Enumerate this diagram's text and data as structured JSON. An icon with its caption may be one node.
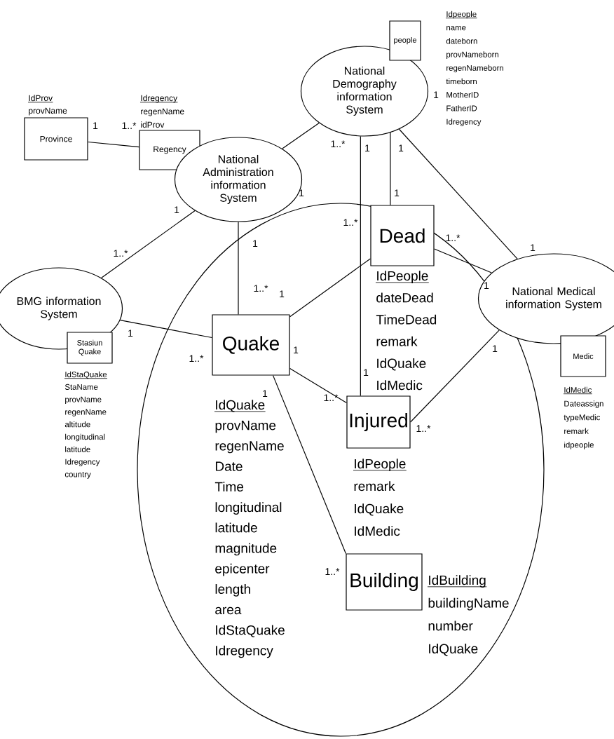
{
  "diagram": {
    "nodes": [
      {
        "text": [
          "Province"
        ],
        "beside": [
          "IdProv",
          "provName"
        ]
      },
      {
        "text": [
          "Regency"
        ],
        "beside": [
          "Idregency",
          "regenName",
          "idProv"
        ]
      },
      {
        "text": [
          "National Administration information System"
        ]
      },
      {
        "text": [
          "National Demography information System"
        ]
      },
      {
        "text": [
          "people"
        ],
        "beside": [
          "Idpeople",
          "name",
          "dateborn",
          "provNameborn",
          "regenNameborn",
          "timeborn",
          "MotherID",
          "FatherID",
          "Idregency"
        ]
      },
      {
        "text": [
          "BMG information System"
        ]
      },
      {
        "text": [
          "Stasiun Quake"
        ],
        "beside": [
          "IdStaQuake",
          "StaName",
          "provName",
          "regenName",
          "altitude",
          "longitudinal",
          "latitude",
          "Idregency",
          "country"
        ]
      },
      {
        "text": [
          "Quake"
        ],
        "beside": [
          "IdQuake",
          "provName",
          "regenName",
          "Date",
          "Time",
          "longitudinal",
          "latitude",
          "magnitude",
          "epicenter",
          "length",
          "area",
          "IdStaQuake",
          "Idregency"
        ]
      },
      {
        "text": [
          "Dead"
        ],
        "beside": [
          "IdPeople",
          "dateDead",
          "TimeDead",
          "remark",
          "IdQuake",
          "IdMedic"
        ]
      },
      {
        "text": [
          "Injured"
        ],
        "beside": [
          "IdPeople",
          "remark",
          "IdQuake",
          "IdMedic"
        ]
      },
      {
        "text": [
          "Building"
        ],
        "beside": [
          "IdBuilding",
          "buildingName",
          "number",
          "IdQuake"
        ]
      },
      {
        "text": [
          "National Medical information System"
        ]
      },
      {
        "text": [
          "Medic"
        ],
        "beside": [
          "IdMedic",
          "Dateassign",
          "typeMedic",
          "remark",
          "idpeople"
        ]
      }
    ],
    "edges": [
      {
        "from": 0,
        "to": 1,
        "arrow": "none"
      },
      {
        "from": 2,
        "to": 5,
        "arrow": "none"
      },
      {
        "from": 2,
        "to": 7,
        "arrow": "none"
      },
      {
        "from": 3,
        "to": 2,
        "arrow": "none"
      },
      {
        "from": 3,
        "to": 8,
        "arrow": "none"
      },
      {
        "from": 3,
        "to": 9,
        "arrow": "none"
      },
      {
        "from": 3,
        "to": 11,
        "arrow": "none"
      },
      {
        "from": 7,
        "to": 8,
        "arrow": "none"
      },
      {
        "from": 7,
        "to": 9,
        "arrow": "none"
      },
      {
        "from": 7,
        "to": 10,
        "arrow": "none"
      },
      {
        "from": 5,
        "to": 7,
        "arrow": "none"
      },
      {
        "from": 8,
        "to": 11,
        "arrow": "none"
      },
      {
        "from": 9,
        "to": 11,
        "arrow": "none"
      }
    ],
    "labels": [
      "1",
      "1..*",
      "1",
      "1",
      "1",
      "1..*",
      "1",
      "1",
      "1",
      "1",
      "1..*",
      "1..*",
      "1",
      "1..*",
      "1",
      "1..*",
      "1",
      "1",
      "1",
      "1",
      "1..*",
      "1",
      "1",
      "1..*",
      "1..*",
      "1..*"
    ]
  }
}
